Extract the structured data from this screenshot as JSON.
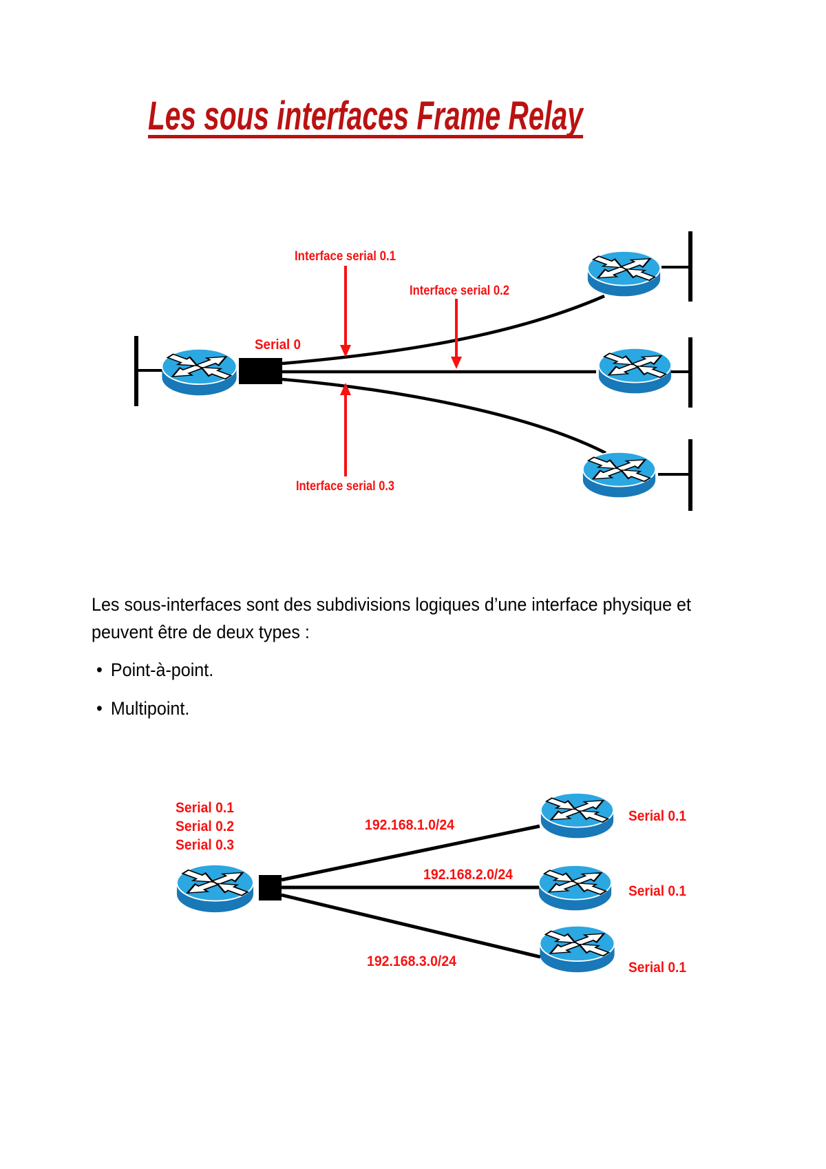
{
  "page": {
    "title": "Les sous interfaces Frame Relay"
  },
  "diagram1": {
    "serial0_label": "Serial 0",
    "interface_labels": [
      "Interface serial 0.1",
      "Interface serial 0.2",
      "Interface serial 0.3"
    ]
  },
  "paragraph": {
    "line1": "Les sous-interfaces sont des subdivisions logiques d’une interface physique et",
    "line2": "peuvent être de deux types :",
    "bullet_char": "•",
    "bullets": [
      "Point-à-point.",
      "Multipoint."
    ]
  },
  "diagram2": {
    "hub_serial_labels": [
      "Serial 0.1",
      "Serial 0.2",
      "Serial 0.3"
    ],
    "network_labels": [
      "192.168.1.0/24",
      "192.168.2.0/24",
      "192.168.3.0/24"
    ],
    "spoke_serial_labels": [
      "Serial 0.1",
      "Serial 0.1",
      "Serial 0.1"
    ]
  },
  "colors": {
    "title_red": "#ba1212",
    "diagram_red": "#f71111",
    "router_top_blue": "#2ba7e1",
    "router_body_blue": "#1878b8",
    "line_black": "#000000",
    "page_background": "#ffffff"
  }
}
